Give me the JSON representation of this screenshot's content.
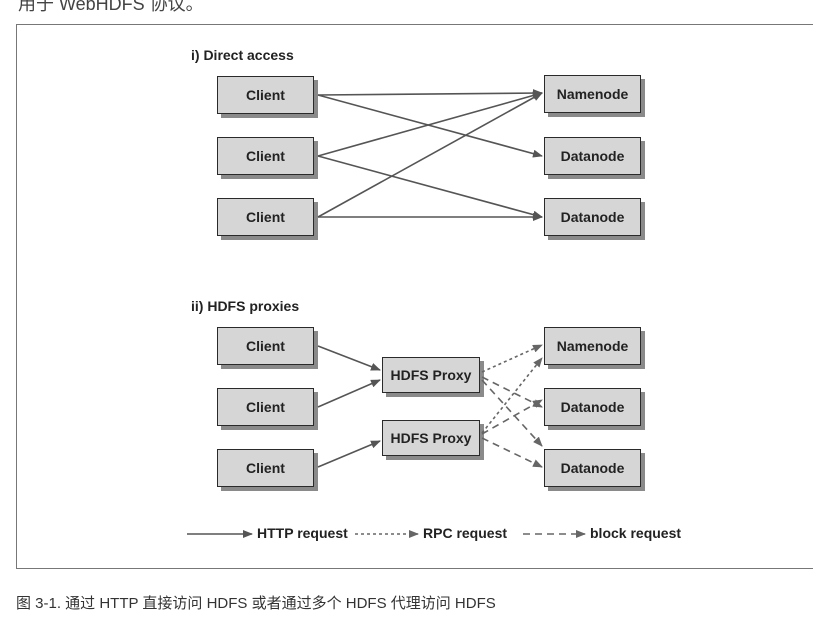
{
  "page": {
    "top_text": "用于 WebHDFS 协议。",
    "caption": "图 3-1. 通过 HTTP 直接访问 HDFS 或者通过多个 HDFS 代理访问 HDFS"
  },
  "diagram": {
    "section_direct": {
      "title": "i) Direct access",
      "clients": [
        "Client",
        "Client",
        "Client"
      ],
      "namenode": "Namenode",
      "datanodes": [
        "Datanode",
        "Datanode"
      ]
    },
    "section_proxies": {
      "title": "ii) HDFS proxies",
      "clients": [
        "Client",
        "Client",
        "Client"
      ],
      "proxies": [
        "HDFS Proxy",
        "HDFS Proxy"
      ],
      "namenode": "Namenode",
      "datanodes": [
        "Datanode",
        "Datanode"
      ]
    },
    "legend": {
      "http": "HTTP request",
      "rpc": "RPC request",
      "block": "block request"
    }
  },
  "colors": {
    "node_fill": "#d6d6d6",
    "node_border": "#2a2a2a",
    "node_shadow": "#8a8a8a",
    "line_solid": "#555555",
    "line_dashed": "#666666"
  }
}
